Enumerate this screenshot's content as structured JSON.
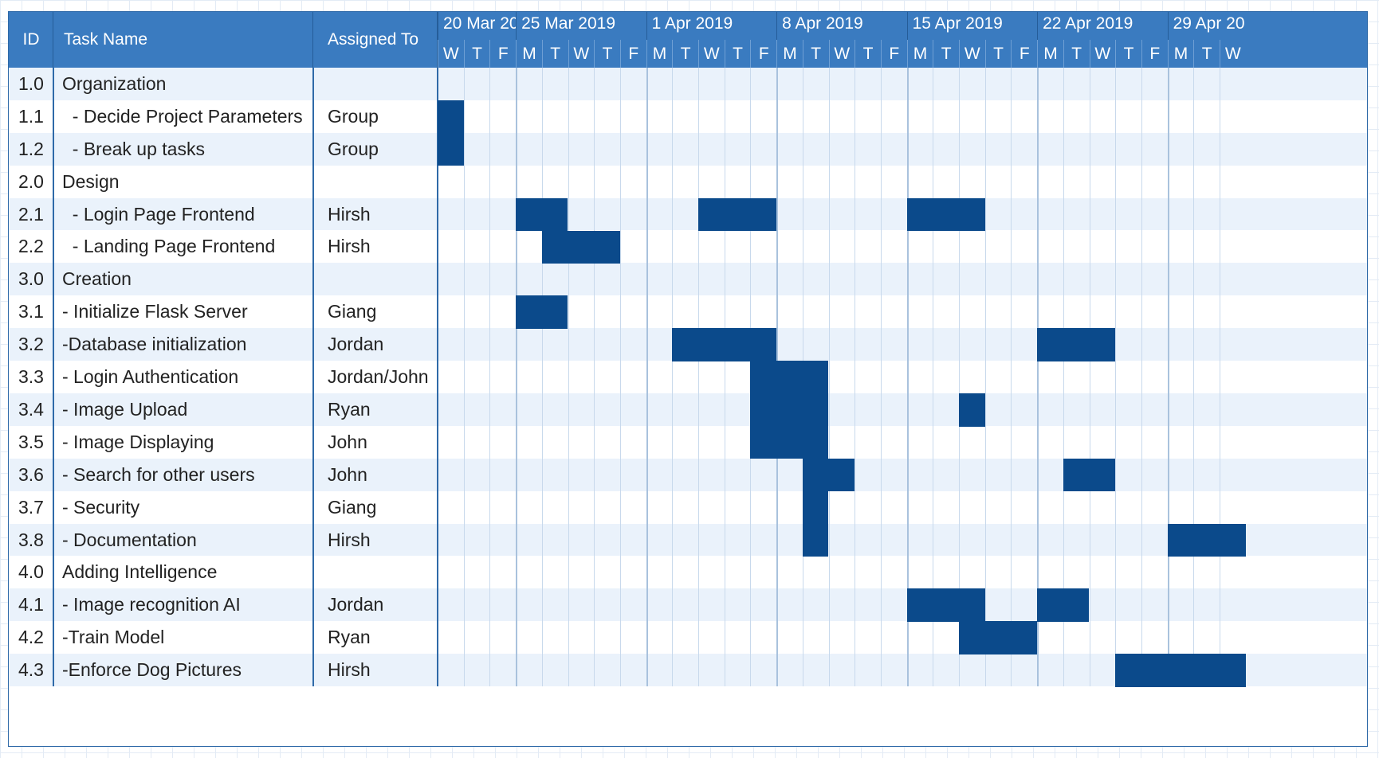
{
  "columns": {
    "id": "ID",
    "task": "Task Name",
    "assigned": "Assigned To"
  },
  "colors": {
    "header": "#3a7bc0",
    "bar": "#0b4a8b",
    "row_alt": "#eaf2fb",
    "row": "#ffffff"
  },
  "weeks": [
    {
      "label": "20 Mar 20",
      "days": [
        "W",
        "T",
        "F"
      ]
    },
    {
      "label": "25 Mar 2019",
      "days": [
        "M",
        "T",
        "W",
        "T",
        "F"
      ]
    },
    {
      "label": "1 Apr 2019",
      "days": [
        "M",
        "T",
        "W",
        "T",
        "F"
      ]
    },
    {
      "label": "8 Apr 2019",
      "days": [
        "M",
        "T",
        "W",
        "T",
        "F"
      ]
    },
    {
      "label": "15 Apr 2019",
      "days": [
        "M",
        "T",
        "W",
        "T",
        "F"
      ]
    },
    {
      "label": "22 Apr 2019",
      "days": [
        "M",
        "T",
        "W",
        "T",
        "F"
      ]
    },
    {
      "label": "29 Apr 20",
      "days": [
        "M",
        "T",
        "W"
      ]
    }
  ],
  "chart_data": {
    "type": "gantt",
    "time_unit": "working day",
    "first_day": "2019-03-20",
    "tasks": [
      {
        "id": "1.0",
        "name": "Organization",
        "assigned": "",
        "spans": []
      },
      {
        "id": "1.1",
        "name": "  - Decide Project Parameters",
        "assigned": "Group",
        "spans": [
          [
            0,
            1
          ]
        ]
      },
      {
        "id": "1.2",
        "name": "  - Break up tasks",
        "assigned": "Group",
        "spans": [
          [
            0,
            1
          ]
        ]
      },
      {
        "id": "2.0",
        "name": "Design",
        "assigned": "",
        "spans": []
      },
      {
        "id": "2.1",
        "name": "  - Login Page Frontend",
        "assigned": "Hirsh",
        "spans": [
          [
            3,
            5
          ],
          [
            10,
            13
          ],
          [
            18,
            21
          ]
        ]
      },
      {
        "id": "2.2",
        "name": "  - Landing Page Frontend",
        "assigned": "Hirsh",
        "spans": [
          [
            4,
            7
          ]
        ]
      },
      {
        "id": "3.0",
        "name": "Creation",
        "assigned": "",
        "spans": []
      },
      {
        "id": "3.1",
        "name": "- Initialize Flask Server",
        "assigned": "Giang",
        "spans": [
          [
            3,
            5
          ]
        ]
      },
      {
        "id": "3.2",
        "name": "-Database initialization",
        "assigned": "Jordan",
        "spans": [
          [
            9,
            13
          ],
          [
            23,
            26
          ]
        ]
      },
      {
        "id": "3.3",
        "name": "- Login Authentication",
        "assigned": "Jordan/John",
        "spans": [
          [
            12,
            15
          ]
        ]
      },
      {
        "id": "3.4",
        "name": "- Image Upload",
        "assigned": "Ryan",
        "spans": [
          [
            12,
            15
          ],
          [
            20,
            21
          ]
        ]
      },
      {
        "id": "3.5",
        "name": "- Image Displaying",
        "assigned": "John",
        "spans": [
          [
            12,
            15
          ]
        ]
      },
      {
        "id": "3.6",
        "name": "- Search for other users",
        "assigned": "John",
        "spans": [
          [
            14,
            16
          ],
          [
            24,
            26
          ]
        ]
      },
      {
        "id": "3.7",
        "name": "- Security",
        "assigned": "Giang",
        "spans": [
          [
            14,
            15
          ]
        ]
      },
      {
        "id": "3.8",
        "name": "- Documentation",
        "assigned": "Hirsh",
        "spans": [
          [
            14,
            15
          ],
          [
            28,
            31
          ]
        ]
      },
      {
        "id": "4.0",
        "name": "Adding Intelligence",
        "assigned": "",
        "spans": []
      },
      {
        "id": "4.1",
        "name": "- Image recognition AI",
        "assigned": "Jordan",
        "spans": [
          [
            18,
            21
          ],
          [
            23,
            25
          ]
        ]
      },
      {
        "id": "4.2",
        "name": "-Train Model",
        "assigned": "Ryan",
        "spans": [
          [
            20,
            23
          ]
        ]
      },
      {
        "id": "4.3",
        "name": "-Enforce Dog Pictures",
        "assigned": "Hirsh",
        "spans": [
          [
            26,
            31
          ]
        ]
      }
    ]
  }
}
